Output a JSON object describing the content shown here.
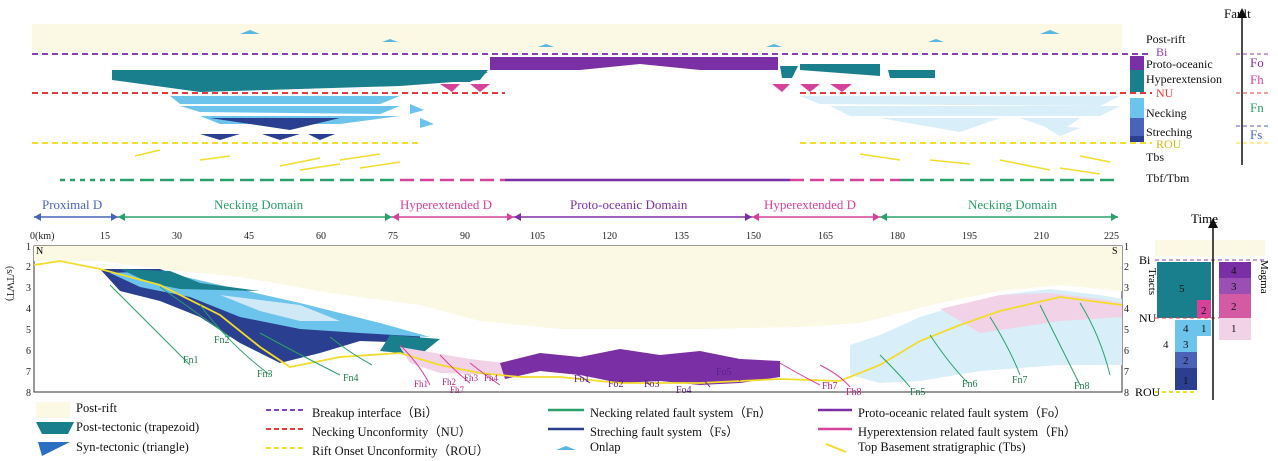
{
  "colors": {
    "postrift": "#fbf8e4",
    "bi": "#8b3fb0",
    "nu": "#e23b3b",
    "rou": "#f2dc2c",
    "necking_green": "#2aa06a",
    "hyper_pink": "#d6429a",
    "proto_purple": "#7b2fa5",
    "prox_blue": "#4a63b8",
    "teal": "#1a7f8c",
    "lightblue": "#6cc3ec",
    "darkblue": "#2a3f8f"
  },
  "top_panel": {
    "layer_labels": [
      "Post-rift",
      "Bi",
      "Proto-oceanic",
      "Hyperextension",
      "NU",
      "Necking",
      "Streching",
      "ROU",
      "Tbs",
      "Tbf/Tbm"
    ],
    "fault_axis_label": "Fault",
    "fault_labels": [
      "Fo",
      "Fh",
      "Fn",
      "Fs"
    ]
  },
  "domains": [
    {
      "label": "Proximal D",
      "color": "#4a63b8"
    },
    {
      "label": "Necking Domain",
      "color": "#2aa06a"
    },
    {
      "label": "Hyperextended D",
      "color": "#d6429a"
    },
    {
      "label": "Proto-oceanic Domain",
      "color": "#7b2fa5"
    },
    {
      "label": "Hyperextended D",
      "color": "#d6429a"
    },
    {
      "label": "Necking Domain",
      "color": "#2aa06a"
    }
  ],
  "section": {
    "x_ticks": [
      "0(km)",
      "15",
      "30",
      "45",
      "60",
      "75",
      "90",
      "105",
      "120",
      "135",
      "150",
      "165",
      "180",
      "195",
      "210",
      "225"
    ],
    "y_ticks": [
      "1",
      "2",
      "3",
      "4",
      "5",
      "6",
      "7",
      "8"
    ],
    "y_ticks_right": [
      "1",
      "2",
      "3",
      "4",
      "5",
      "6",
      "7",
      "8"
    ],
    "y_axis_label": "(s/TWT)",
    "left_end": "N",
    "right_end": "S",
    "fault_labels": [
      "Fn1",
      "Fn2",
      "Fn3",
      "Fn4",
      "Fh1",
      "Fh2",
      "Fh3",
      "Fh4",
      "Fh7",
      "Fo1",
      "Fo2",
      "Fo3",
      "Fo4",
      "Fo5",
      "Fh7",
      "Fh8",
      "Fn5",
      "Fn6",
      "Fn7",
      "Fn8"
    ]
  },
  "time_panel": {
    "title": "Time",
    "left_labels": [
      "Bi",
      "NU",
      "ROU"
    ],
    "tracts_label": "Tracts",
    "magma_label": "Magma",
    "tract_numbers": [
      "5",
      "2",
      "4",
      "1",
      "3",
      "2",
      "4",
      "1"
    ],
    "magma_numbers": [
      "4",
      "3",
      "2",
      "1"
    ]
  },
  "legend": [
    {
      "label": "Post-rift"
    },
    {
      "label": "Post-tectonic (trapezoid)"
    },
    {
      "label": "Syn-tectonic (triangle)"
    },
    {
      "label": "Breakup interface（Bi）"
    },
    {
      "label": "Necking Unconformity（NU）"
    },
    {
      "label": "Rift Onset Unconformity（ROU）"
    },
    {
      "label": "Necking related fault system（Fn）"
    },
    {
      "label": "Streching fault system（Fs）"
    },
    {
      "label": "Onlap"
    },
    {
      "label": "Proto-oceanic related fault system（Fo）"
    },
    {
      "label": "Hyperextension related fault system（Fh）"
    },
    {
      "label": "Top Basement stratigraphic (Tbs)"
    }
  ]
}
